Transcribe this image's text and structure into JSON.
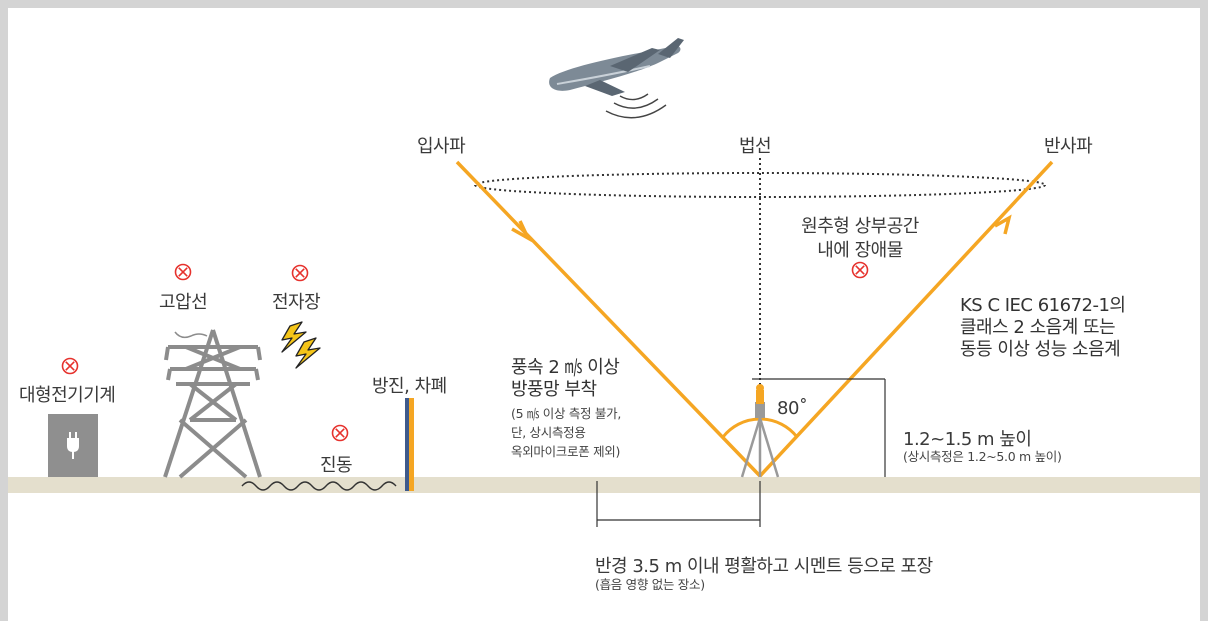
{
  "colors": {
    "ray": "#f5a623",
    "prohibit": "#e6322d",
    "ground": "#e4dfcd",
    "tower": "#8c8c8c",
    "barrier": "#3e5a8c",
    "equipment": "#8f8f8f",
    "frame": "#d4d4d4"
  },
  "labels": {
    "incident_wave": "입사파",
    "normal_line": "법선",
    "reflected_wave": "반사파",
    "cone_obstacle": [
      "원추형 상부공간",
      "내에 장애물"
    ],
    "sound_meter": [
      "KS C IEC 61672-1의",
      "클래스 2 소음계 또는",
      "동등 이상 성능 소음계"
    ],
    "angle": "80˚",
    "height": "1.2~1.5 m 높이",
    "height_note": "(상시측정은 1.2~5.0 m 높이)",
    "wind_title": [
      "풍속 2 ㎧ 이상",
      "방풍망 부착"
    ],
    "wind_note": [
      "(5 ㎧ 이상 측정 불가,",
      "단, 상시측정용",
      "옥외마이크로폰 제외)"
    ],
    "radius": "반경 3.5 m 이내 평활하고 시멘트 등으로 포장",
    "radius_note": "(흡음 영향 없는 장소)",
    "barrier": "방진, 차폐",
    "vibration": "진동",
    "high_voltage": "고압선",
    "electromagnetic": "전자장",
    "large_machine": "대형전기기계"
  },
  "icons": [
    "airplane-icon",
    "prohibit-icon",
    "lightning-icon",
    "power-plug-icon",
    "transmission-tower-icon"
  ]
}
